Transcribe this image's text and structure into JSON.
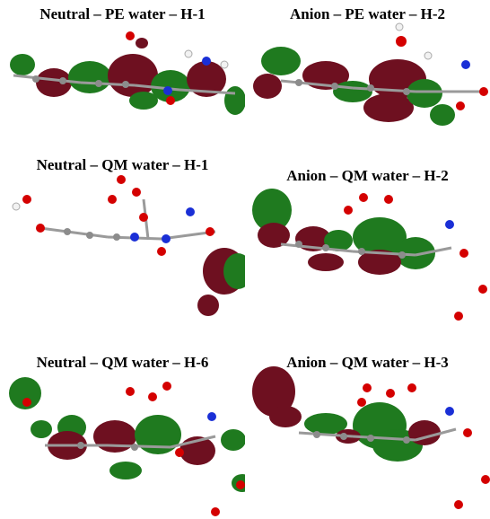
{
  "figure": {
    "panels": [
      {
        "title": "Neutral – PE water – H-1"
      },
      {
        "title": "Anion – PE water – H-2"
      },
      {
        "title": "Neutral – QM water – H-1"
      },
      {
        "title": "Anion – QM water – H-2"
      },
      {
        "title": "Neutral – QM water – H-6"
      },
      {
        "title": "Anion – QM water – H-3"
      }
    ],
    "colors": {
      "positive_lobe": "#1f7a1f",
      "negative_lobe": "#6e1020",
      "carbon": "#8c8c8c",
      "hydrogen": "#f2f2f2",
      "oxygen": "#d40000",
      "nitrogen": "#1a2fd6"
    }
  }
}
